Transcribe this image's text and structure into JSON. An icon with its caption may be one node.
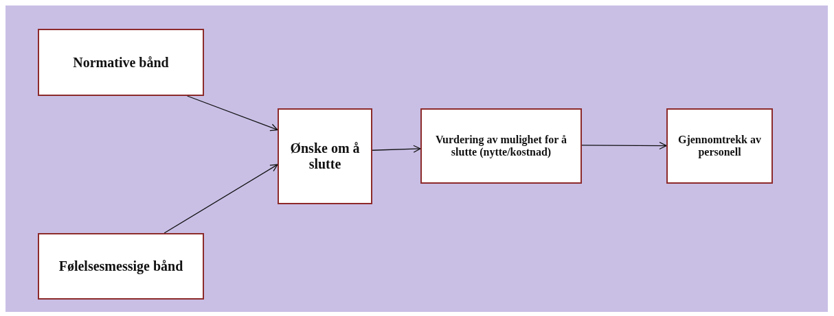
{
  "diagram": {
    "nodes": [
      {
        "text": [
          "Normative bånd"
        ]
      },
      {
        "text": [
          "Følelsesmessige bånd"
        ]
      },
      {
        "text": [
          "Ønske om å slutte"
        ]
      },
      {
        "text": [
          "Vurdering av mulighet for å slutte (nytte/kostnad)"
        ]
      },
      {
        "text": [
          "Gjennomtrekk av personell"
        ]
      }
    ],
    "edges": [
      {
        "from": 0,
        "to": 2,
        "arrow": "to"
      },
      {
        "from": 1,
        "to": 2,
        "arrow": "to"
      },
      {
        "from": 2,
        "to": 3,
        "arrow": "to"
      },
      {
        "from": 3,
        "to": 4,
        "arrow": "to"
      }
    ]
  }
}
